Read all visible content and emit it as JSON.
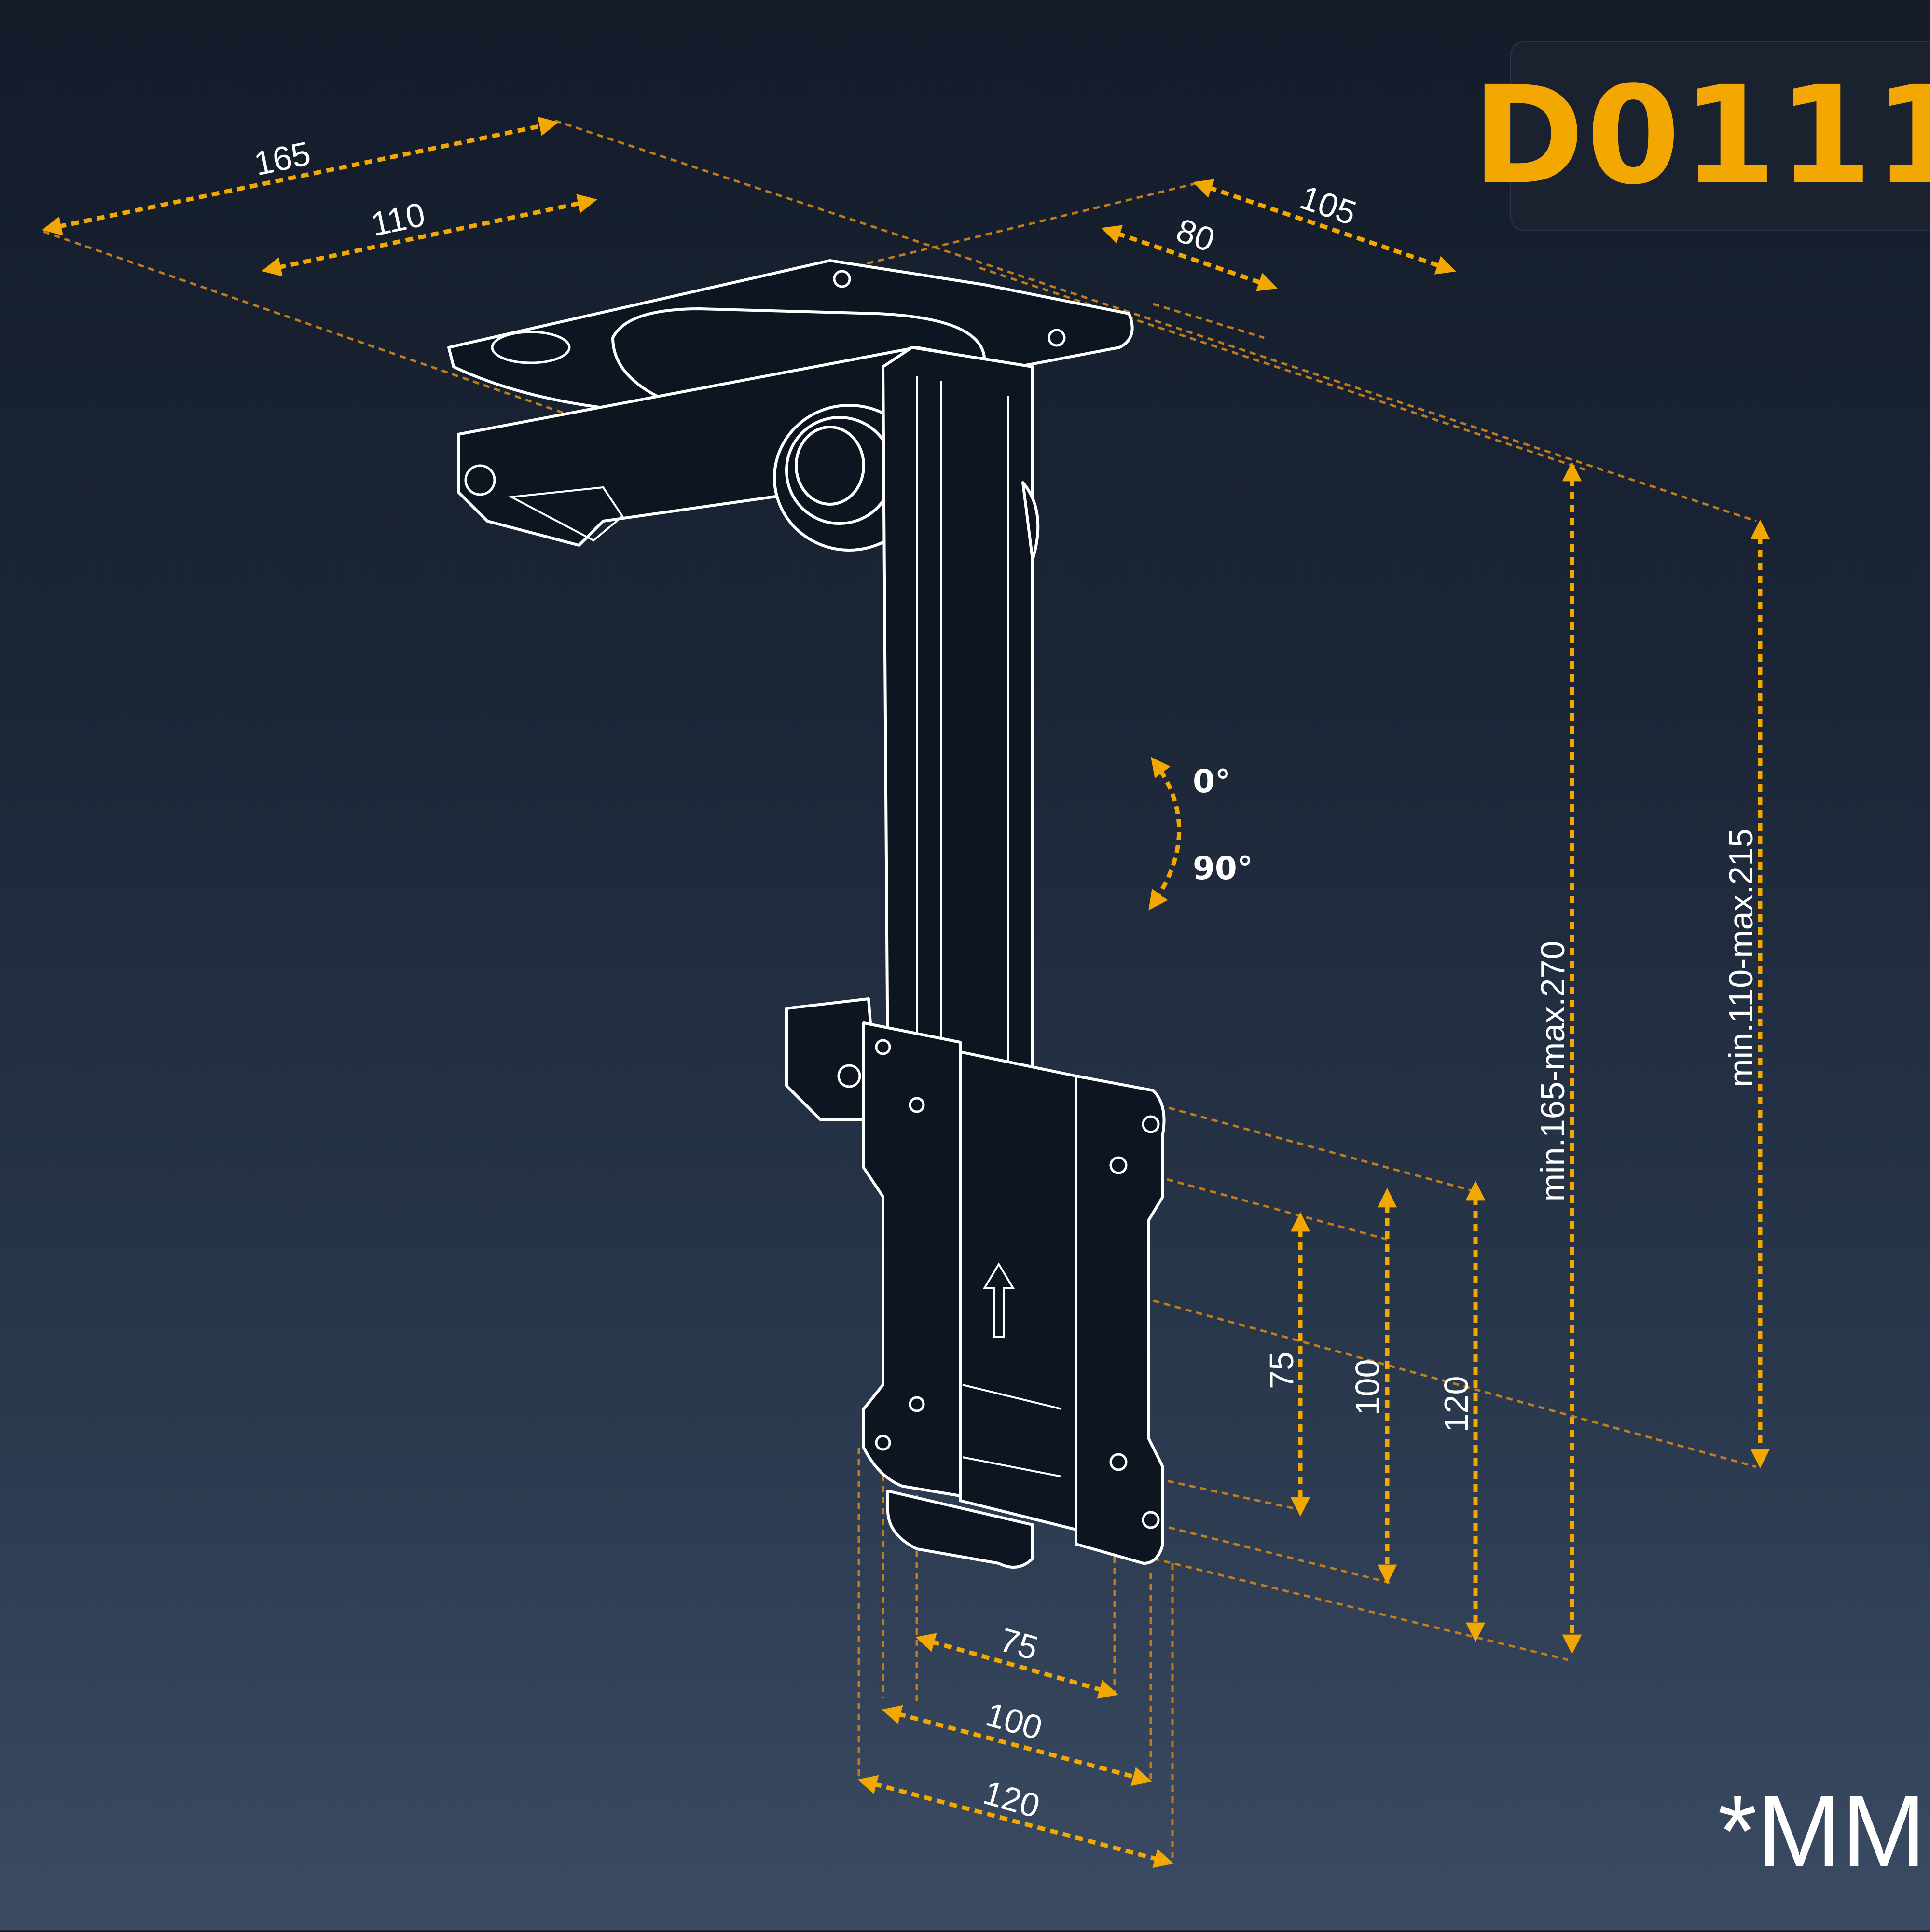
{
  "model": {
    "code": "D0111"
  },
  "units": {
    "label": "*MM"
  },
  "ceiling_plate": {
    "outer_length": "165",
    "inner_length": "110",
    "outer_width": "105",
    "inner_width": "80"
  },
  "height": {
    "outer": "min.165-max.270",
    "inner": "min.110-max.215"
  },
  "rotation": {
    "top": "0°",
    "bottom": "90°"
  },
  "vesa": {
    "vertical": [
      "75",
      "100",
      "120"
    ],
    "horizontal": [
      "75",
      "100",
      "120"
    ]
  },
  "colors": {
    "accent": "#f2a800",
    "line": "#ffffff",
    "background_top": "#141c2a",
    "background_bottom": "#3b4b63"
  }
}
